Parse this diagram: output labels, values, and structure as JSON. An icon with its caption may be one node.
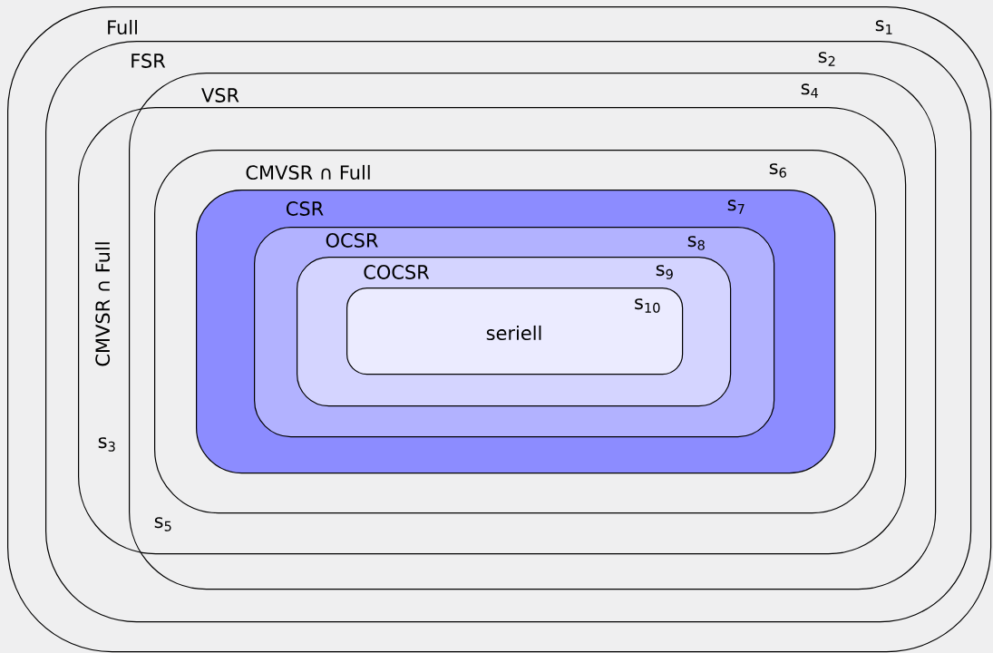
{
  "diagram": {
    "nodes": [
      {
        "text": [
          "Full",
          "s$_{1}$"
        ]
      },
      {
        "text": [
          "FSR",
          "s$_{2}$"
        ],
        "in": 0
      },
      {
        "text": [
          "VSR",
          "s$_{4}$"
        ],
        "in": 1
      },
      {
        "text": [
          "CMVSR ∩ Full",
          "s$_{3}$"
        ],
        "in": 1
      },
      {
        "text": [
          "CMVSR ∩ Full",
          "s$_{6}$"
        ],
        "in": 3
      },
      {
        "text": [
          "CSR",
          "s$_{7}$"
        ],
        "in": 4
      },
      {
        "text": [
          "OCSR",
          "s$_{8}$"
        ],
        "in": 5
      },
      {
        "text": [
          "COCSR",
          "s$_{9}$"
        ],
        "in": 6
      },
      {
        "text": [
          "s$_{10}$",
          "seriell"
        ],
        "in": 7
      }
    ],
    "labels": [
      "s$_{5}$"
    ]
  }
}
